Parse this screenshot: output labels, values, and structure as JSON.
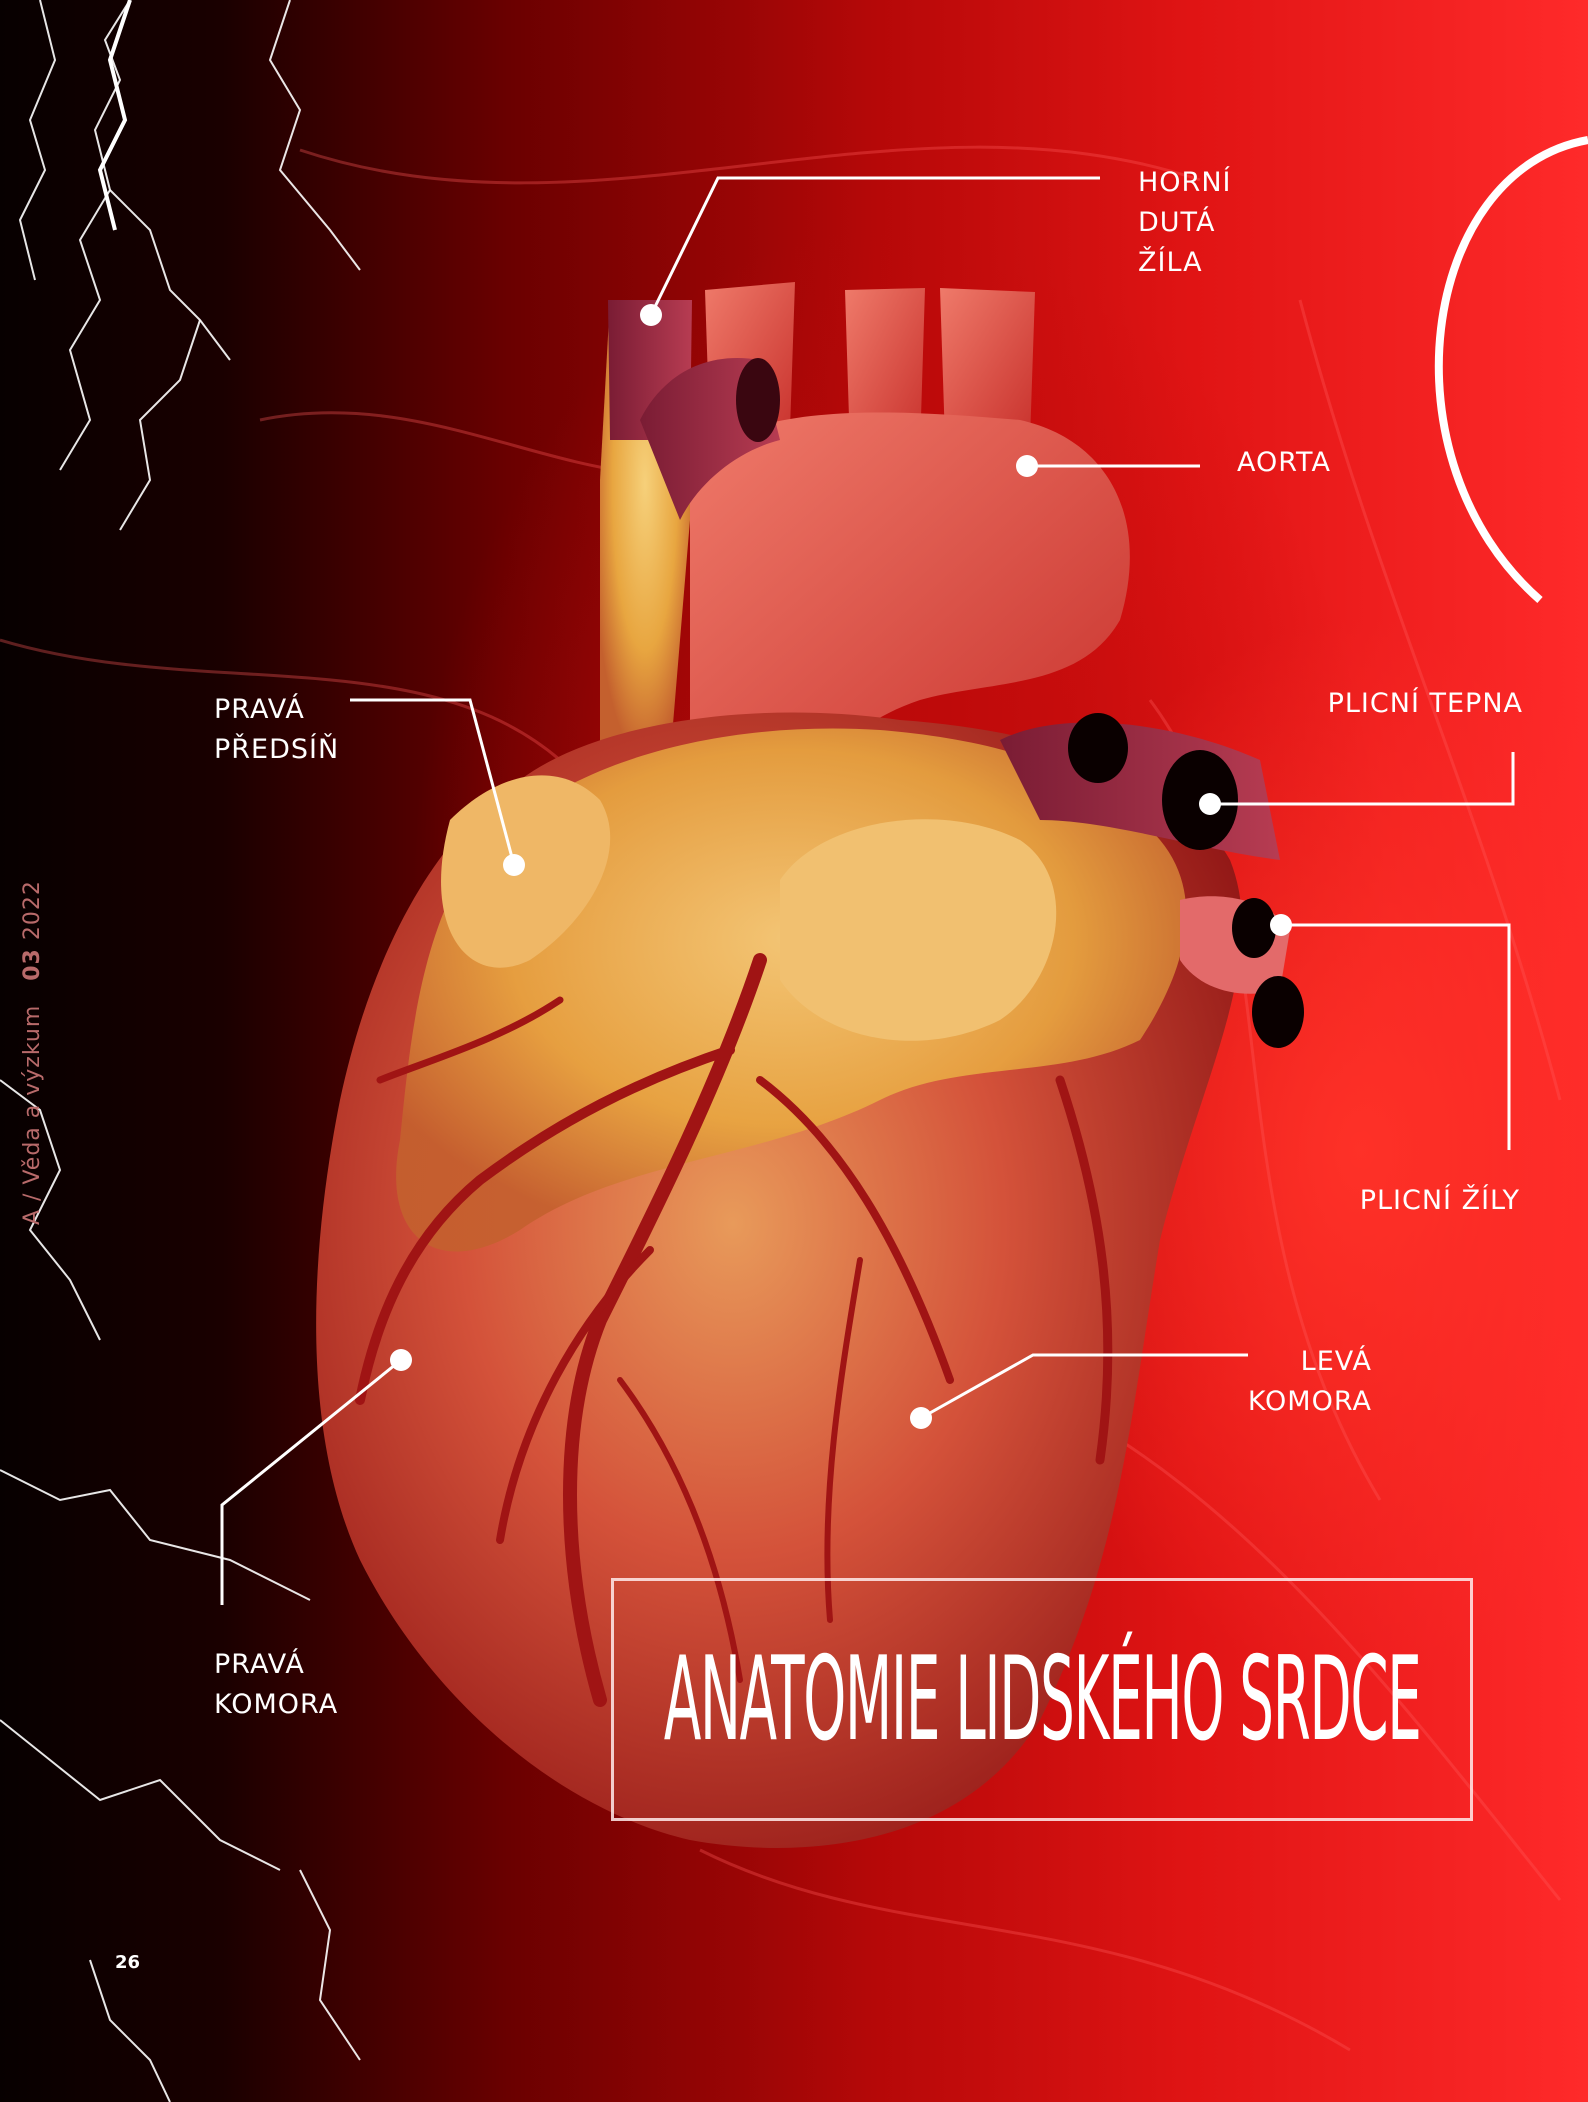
{
  "title": "ANATOMIE LIDSKÉHO SRDCE",
  "spine": {
    "section": "A / Věda a výzkum",
    "issue": "03",
    "year": "2022"
  },
  "page_number": "26",
  "labels": {
    "horni_duta_zila": [
      "HORNÍ",
      "DUTÁ",
      "ŽÍLA"
    ],
    "aorta": [
      "AORTA"
    ],
    "pulmonary_artery": [
      "PLICNÍ TEPNA"
    ],
    "pulmonary_veins": [
      "PLICNÍ ŽÍLY"
    ],
    "right_atrium": [
      "PRAVÁ",
      "PŘEDSÍŇ"
    ],
    "left_ventricle": [
      "LEVÁ",
      "KOMORA"
    ],
    "right_ventricle": [
      "PRAVÁ",
      "KOMORA"
    ]
  },
  "colors": {
    "background_dark": "#0d0000",
    "background_red": "#e01414",
    "heart_red": "#c8312c",
    "heart_yellow": "#e8a640",
    "label_text": "#ffffff",
    "spine_text": "#b86a6a"
  }
}
